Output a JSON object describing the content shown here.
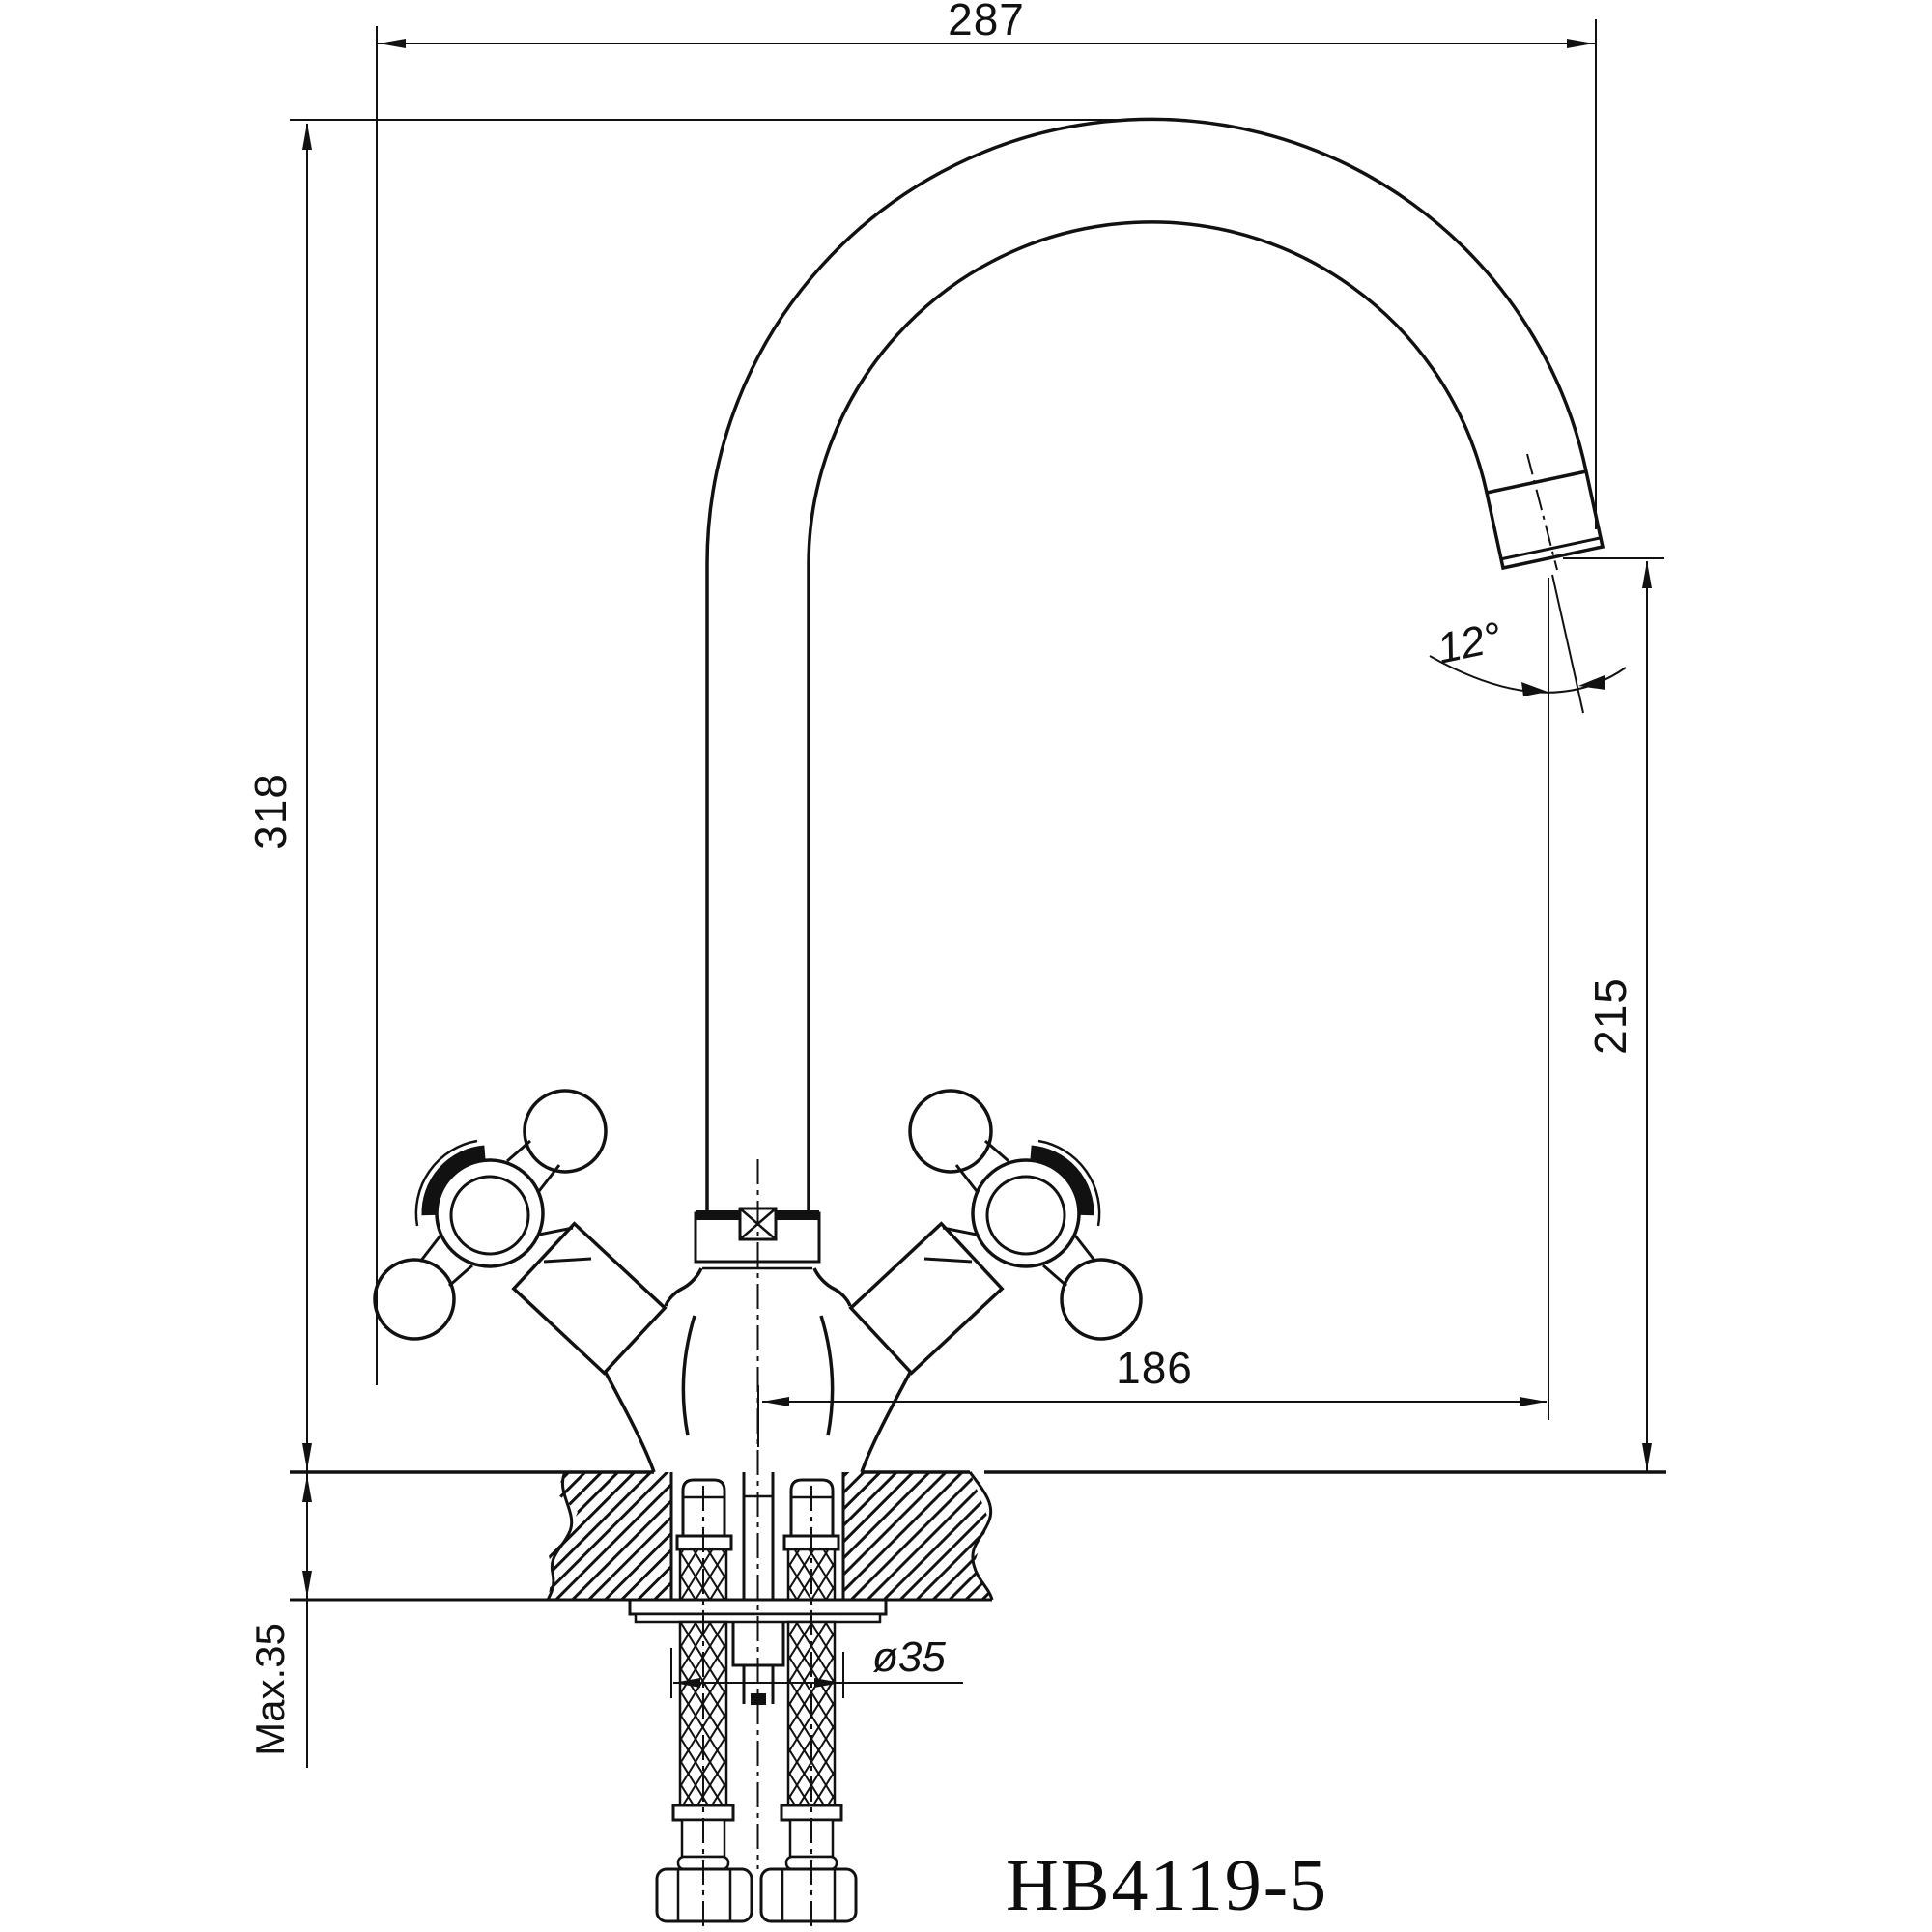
{
  "drawing": {
    "type": "technical-drawing",
    "subject": "two-handle kitchen faucet, side elevation with counter cross-section",
    "model": "HB4119-5",
    "background": "#ffffff",
    "line_color": "#111111",
    "dimensions": {
      "overall_width": "287",
      "overall_height": "318",
      "outlet_height": "215",
      "spout_reach": "186",
      "outlet_angle": "12°",
      "max_counter_thickness": "Max.35",
      "mounting_hole_diameter": "ø35"
    }
  }
}
